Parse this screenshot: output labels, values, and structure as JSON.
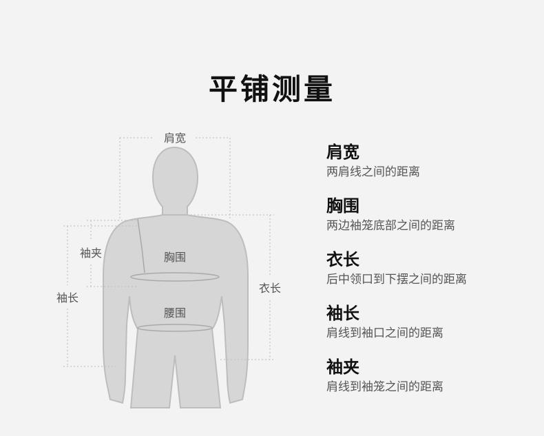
{
  "title": "平铺测量",
  "figure": {
    "labels": {
      "shoulder": "肩宽",
      "chest": "胸围",
      "waist": "腰围",
      "length": "衣长",
      "sleeve": "袖长",
      "armhole": "袖夹"
    }
  },
  "definitions": [
    {
      "name": "肩宽",
      "desc": "两肩线之间的距离"
    },
    {
      "name": "胸围",
      "desc": "两边袖笼底部之间的距离"
    },
    {
      "name": "衣长",
      "desc": "后中领口到下摆之间的距离"
    },
    {
      "name": "袖长",
      "desc": "肩线到袖口之间的距离"
    },
    {
      "name": "袖夹",
      "desc": "肩线到袖笼之间的距离"
    }
  ],
  "colors": {
    "background": "#f3f3f3",
    "body_fill": "#d6d6d6",
    "body_stroke": "#bdbdbd",
    "guide_line": "#c4c4c4"
  }
}
